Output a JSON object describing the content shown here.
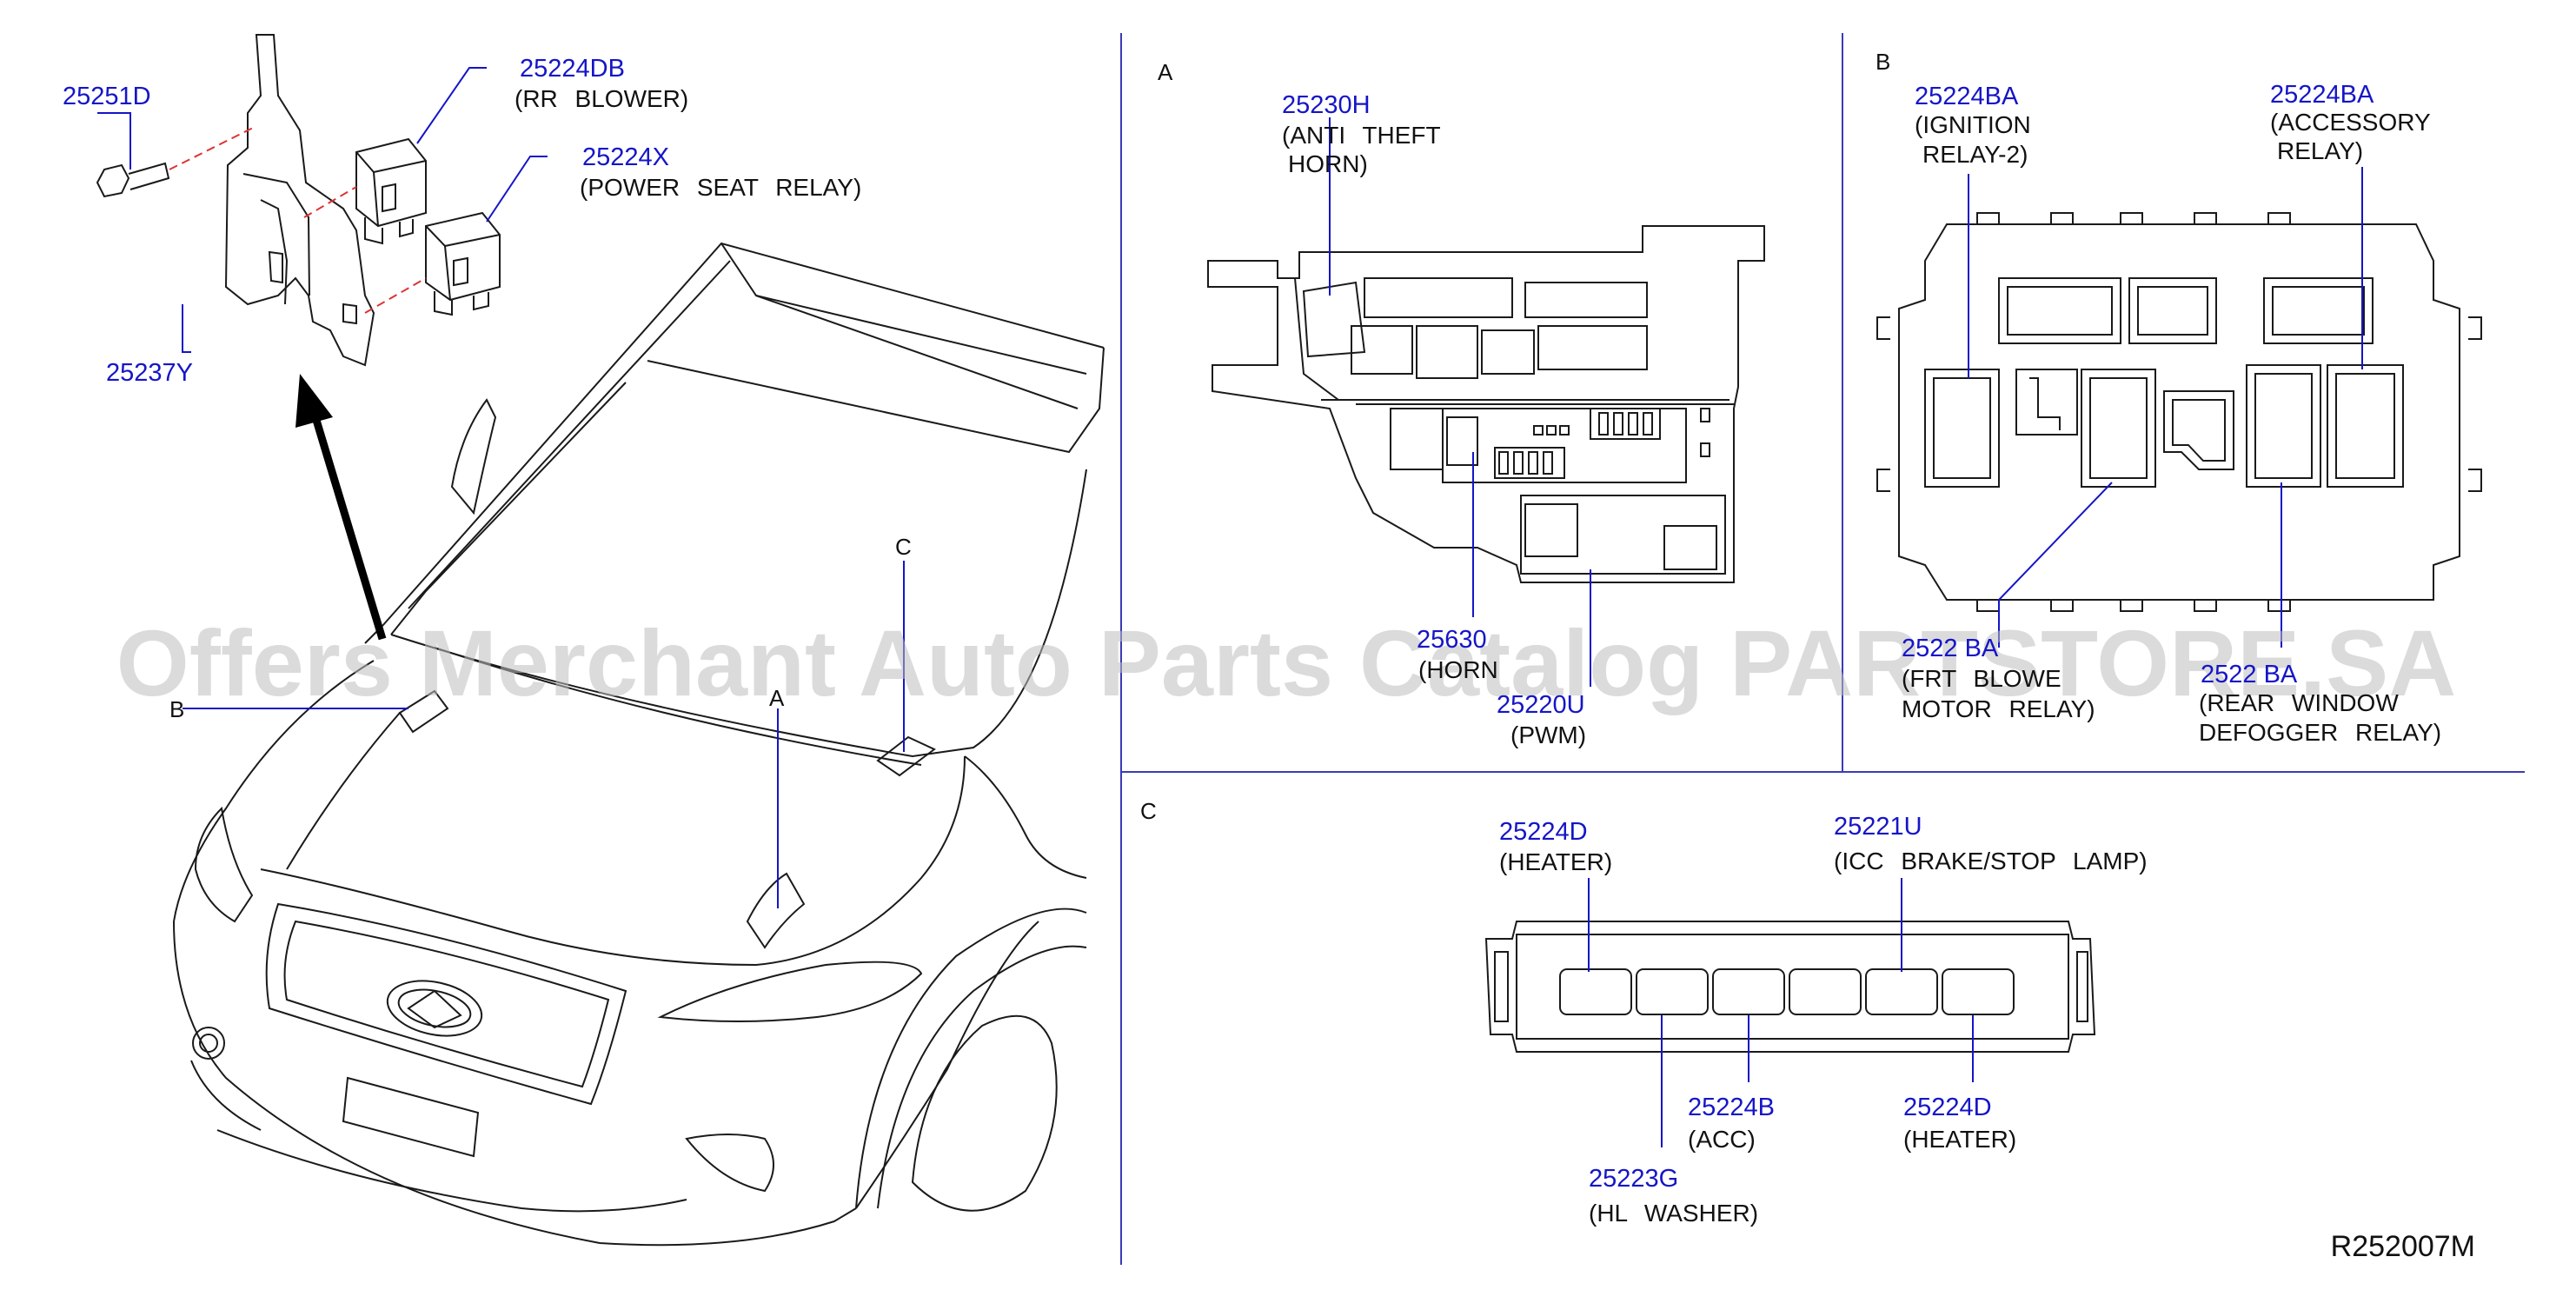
{
  "watermark": "Offers Merchant Auto Parts Catalog PARTSTORE.SA",
  "diagram_code": "R252007M",
  "sections": {
    "a": "A",
    "b": "B",
    "c": "C"
  },
  "car_markers": {
    "a": "A",
    "b": "B",
    "c": "C"
  },
  "parts": {
    "p25251D": {
      "number": "25251D"
    },
    "p25237Y": {
      "number": "25237Y"
    },
    "p25224DB": {
      "number": "25224DB",
      "desc": "(RR  BLOWER)"
    },
    "p25224X": {
      "number": "25224X",
      "desc": "(POWER  SEAT  RELAY)"
    },
    "p25230H": {
      "number": "25230H",
      "desc1": "(ANTI  THEFT",
      "desc2": "HORN)"
    },
    "p25630": {
      "number": "25630",
      "desc": "(HORN"
    },
    "p25220U": {
      "number": "25220U",
      "desc": "(PWM)"
    },
    "p25224BA_ign": {
      "number": "25224BA",
      "desc1": "(IGNITION",
      "desc2": "RELAY-2)"
    },
    "p25224BA_acc": {
      "number": "25224BA",
      "desc1": "(ACCESSORY",
      "desc2": "RELAY)"
    },
    "p2522_fb": {
      "number": "2522 BA",
      "desc1": "(FRT  BLOWE",
      "desc2": "MOTOR  RELAY)"
    },
    "p2522_rd": {
      "number": "2522 BA",
      "desc1": "(REAR  WINDOW",
      "desc2": "DEFOGGER  RELAY)"
    },
    "p25224D_heater1": {
      "number": "25224D",
      "desc": "(HEATER)"
    },
    "p25221U": {
      "number": "25221U",
      "desc": "(ICC  BRAKE/STOP  LAMP)"
    },
    "p25224B": {
      "number": "25224B",
      "desc": "(ACC)"
    },
    "p25224D_heater2": {
      "number": "25224D",
      "desc": "(HEATER)"
    },
    "p25223G": {
      "number": "25223G",
      "desc": "(HL  WASHER)"
    }
  },
  "colors": {
    "part_number": "#1515c8",
    "separator": "#3a3ab8",
    "line_art": "#1a1a1a",
    "watermark": "#bdbdbd"
  }
}
